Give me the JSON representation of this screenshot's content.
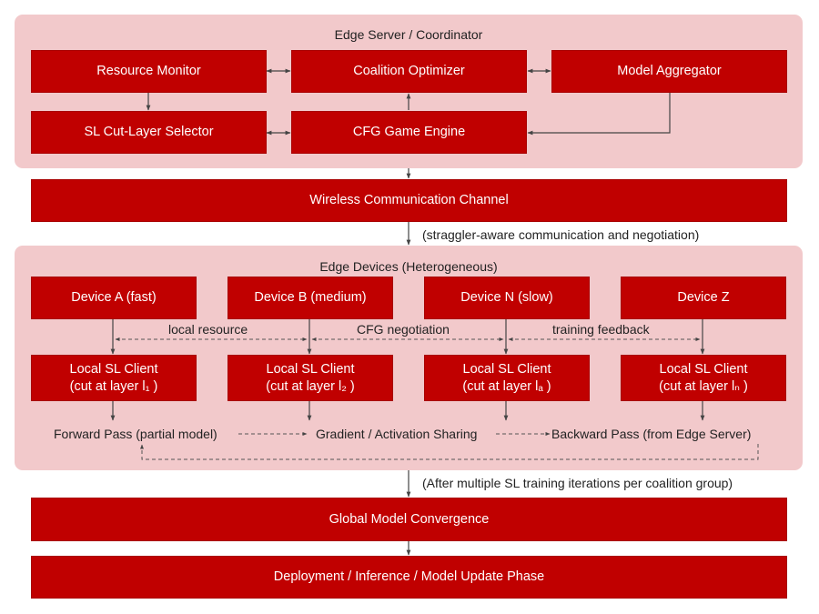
{
  "colors": {
    "box_fill": "#c00000",
    "panel_fill": "#f2c9cb",
    "line": "#444444"
  },
  "edge_server": {
    "title": "Edge Server / Coordinator",
    "resource_monitor": "Resource Monitor",
    "coalition_optimizer": "Coalition Optimizer",
    "model_aggregator": "Model Aggregator",
    "cut_layer_selector": "SL Cut-Layer Selector",
    "cfg_game_engine": "CFG Game Engine"
  },
  "wireless_channel": "Wireless Communication Channel",
  "channel_note": "(straggler-aware communication and negotiation)",
  "edge_devices": {
    "title": "Edge Devices (Heterogeneous)",
    "devices": [
      {
        "label": "Device A (fast)"
      },
      {
        "label": "Device B (medium)"
      },
      {
        "label": "Device N (slow)"
      },
      {
        "label": "Device Z"
      }
    ],
    "exchange_labels": {
      "local_resource": "local resource",
      "cfg_negotiation": "CFG negotiation",
      "training_feedback": "training feedback"
    },
    "clients": [
      {
        "line1": "Local SL Client",
        "line2": "(cut at layer l₁ )"
      },
      {
        "line1": "Local SL Client",
        "line2": "(cut at layer l₂ )"
      },
      {
        "line1": "Local SL Client",
        "line2": "(cut at layer lₐ )"
      },
      {
        "line1": "Local SL Client",
        "line2": "(cut at layer lₙ )"
      }
    ],
    "flow": {
      "forward_pass": "Forward Pass (partial model)",
      "gradient_sharing": "Gradient / Activation Sharing",
      "backward_pass": "Backward Pass (from Edge Server)"
    }
  },
  "iterations_note": "(After multiple SL training iterations per coalition group)",
  "global_convergence": "Global Model Convergence",
  "deployment_phase": "Deployment / Inference / Model Update Phase"
}
